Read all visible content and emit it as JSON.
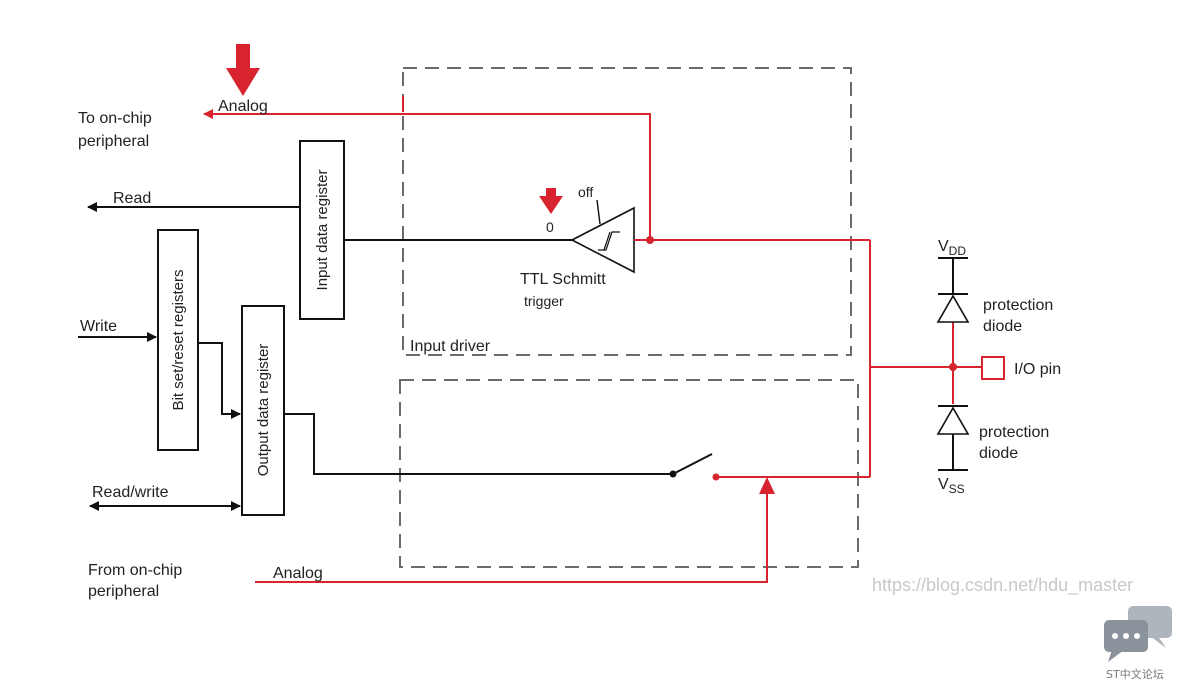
{
  "colors": {
    "analog_red": "#d8242f",
    "wire_black": "#111111",
    "dash_gray": "#6b6b6b",
    "watermark_gray": "#c9c9c9",
    "logo_gray": "#8a929c"
  },
  "labels": {
    "analog_top": "Analog",
    "to_peripheral_line1": "To on-chip",
    "to_peripheral_line2": "peripheral",
    "read": "Read",
    "write": "Write",
    "read_write": "Read/write",
    "from_peripheral_line1": "From on-chip",
    "from_peripheral_line2": "peripheral",
    "analog_bottom": "Analog",
    "input_data_register": "Input data register",
    "bit_set_reset_registers": "Bit set/reset registers",
    "output_data_register": "Output data register",
    "input_driver": "Input driver",
    "schmitt_line1": "TTL Schmitt",
    "schmitt_line2": "trigger",
    "off": "off",
    "zero": "0",
    "vdd_main": "V",
    "vdd_sub": "DD",
    "vss_main": "V",
    "vss_sub": "SS",
    "protection_top_line1": "protection",
    "protection_top_line2": "diode",
    "protection_bottom_line1": "protection",
    "protection_bottom_line2": "diode",
    "io_pin": "I/O pin"
  },
  "watermark": {
    "url_text": "https://blog.csdn.net/hdu_master"
  },
  "logo": {
    "caption": "ST中文论坛"
  }
}
